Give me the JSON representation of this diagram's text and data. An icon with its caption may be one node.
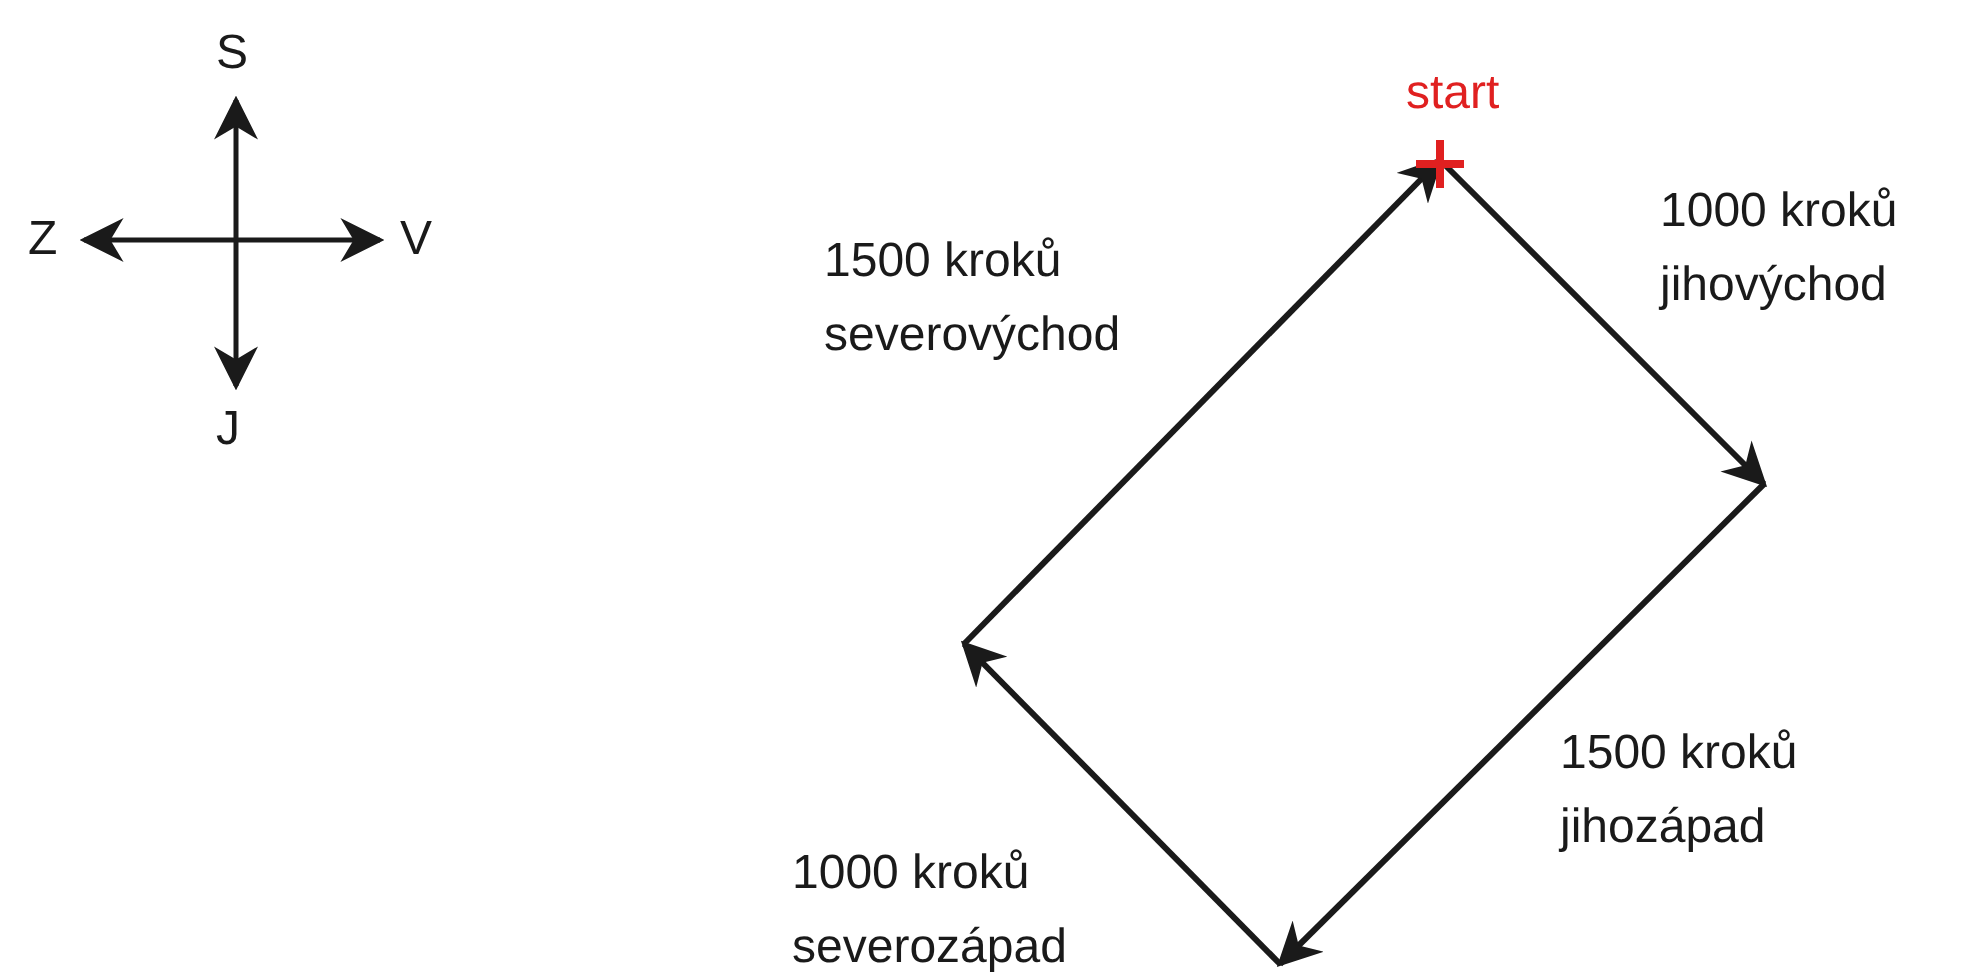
{
  "diagram": {
    "labels": [
      "S",
      "Z",
      "V",
      "J",
      "start",
      "1000 kroků jihovýchod",
      "1500 kroků severovýchod",
      "1500 kroků jihozápad",
      "1000 kroků severozápad"
    ]
  }
}
